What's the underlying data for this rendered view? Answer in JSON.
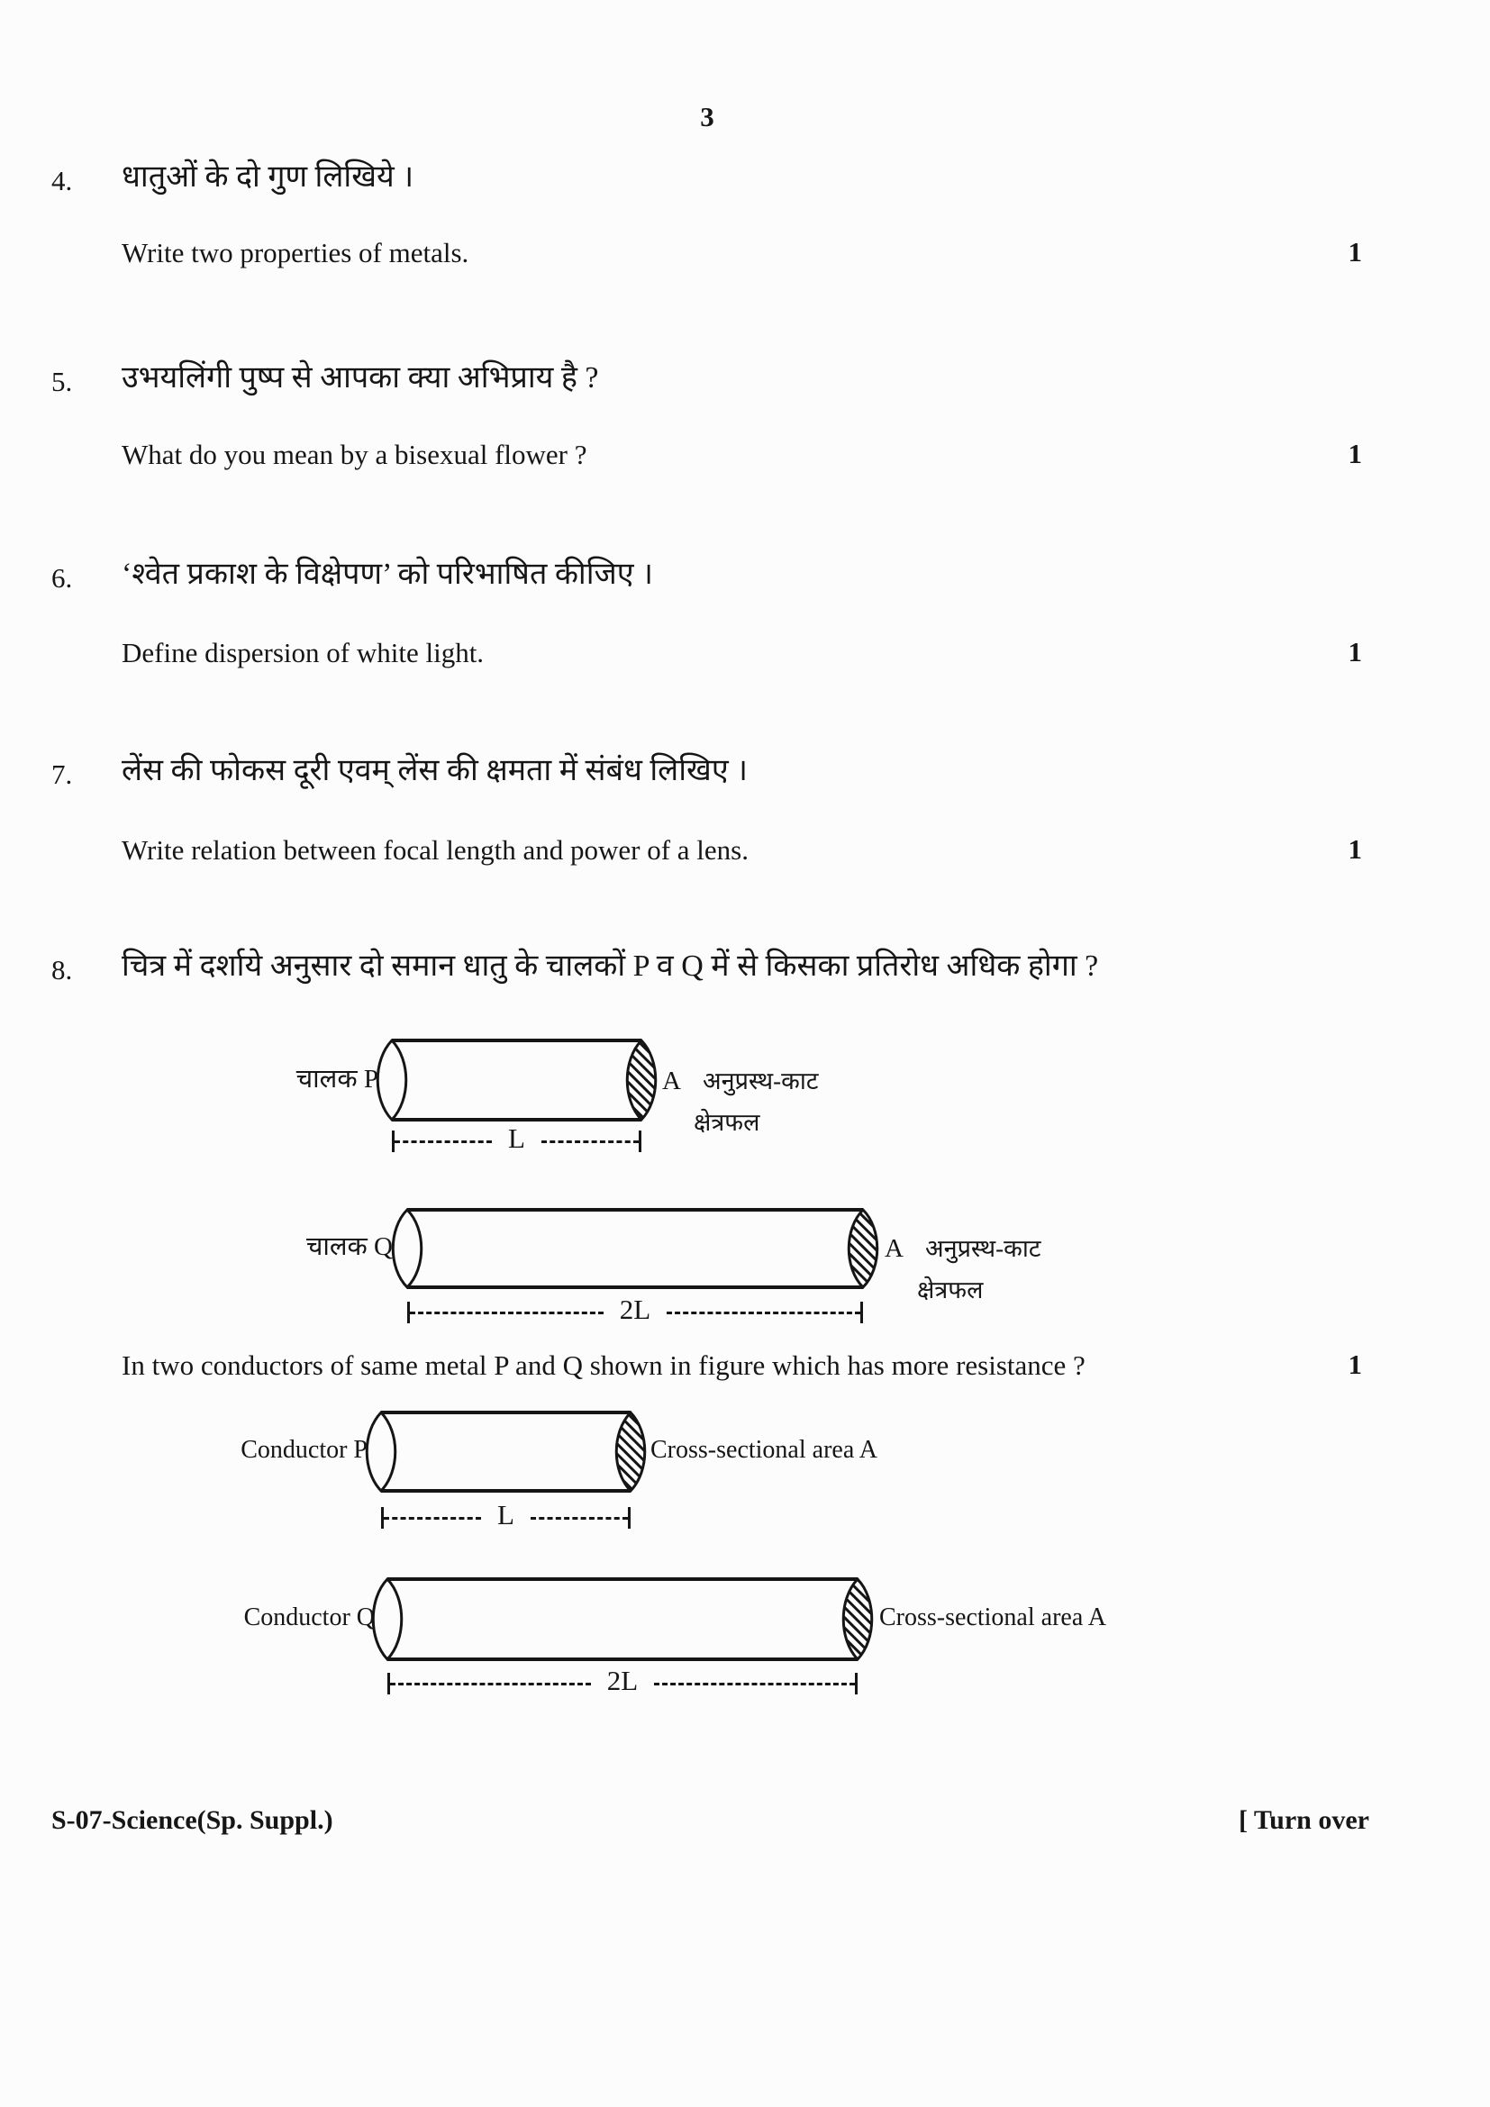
{
  "page": {
    "number": "3"
  },
  "questions": [
    {
      "no": "4.",
      "hindi": "धातुओं के दो गुण लिखिये ।",
      "english": "Write two properties of metals.",
      "marks": "1"
    },
    {
      "no": "5.",
      "hindi": "उभयलिंगी पुष्प से आपका क्या अभिप्राय है ?",
      "english": "What do you mean by a bisexual flower ?",
      "marks": "1"
    },
    {
      "no": "6.",
      "hindi": "‘श्वेत प्रकाश के विक्षेपण’ को परिभाषित कीजिए ।",
      "english": "Define dispersion of white light.",
      "marks": "1"
    },
    {
      "no": "7.",
      "hindi": "लेंस की फोकस दूरी एवम् लेंस की क्षमता में संबंध लिखिए ।",
      "english": "Write relation between focal length and power of a lens.",
      "marks": "1"
    },
    {
      "no": "8.",
      "hindi": "चित्र में दर्शाये अनुसार दो समान धातु के चालकों P व Q में से किसका प्रतिरोध अधिक होगा ?",
      "english": "In two conductors of same metal P and Q shown in figure which has more resistance ?",
      "marks": "1"
    }
  ],
  "diagrams": {
    "hindi_p": {
      "label": "चालक P",
      "area_prefix": "A",
      "area_line1": "अनुप्रस्थ-काट",
      "area_line2": "क्षेत्रफल",
      "length_label": "L"
    },
    "hindi_q": {
      "label": "चालक Q",
      "area_prefix": "A",
      "area_line1": "अनुप्रस्थ-काट",
      "area_line2": "क्षेत्रफल",
      "length_label": "2L"
    },
    "english_p": {
      "label": "Conductor P",
      "area_label": "Cross-sectional area A",
      "length_label": "L"
    },
    "english_q": {
      "label": "Conductor Q",
      "area_label": "Cross-sectional area A",
      "length_label": "2L"
    }
  },
  "footer": {
    "left": "S-07-Science(Sp. Suppl.)",
    "right": "[ Turn over"
  }
}
